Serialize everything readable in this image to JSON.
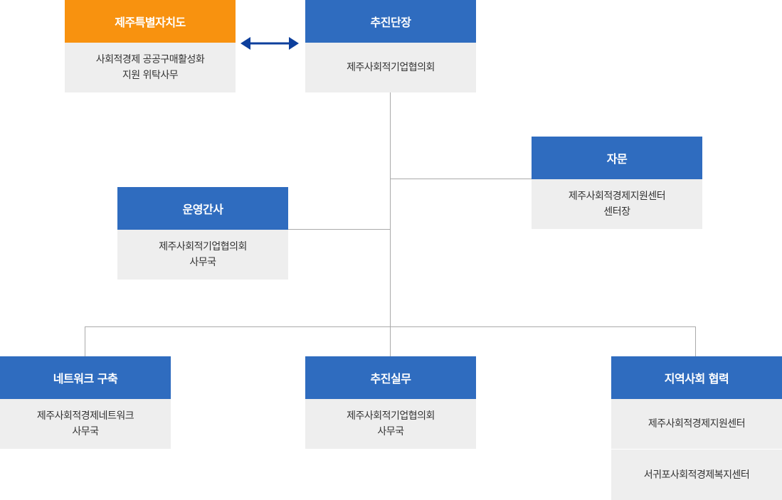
{
  "colors": {
    "blue": "#2f6cbf",
    "orange": "#f8920f",
    "gray": "#eeeeee",
    "line": "#aaaaaa"
  },
  "jeju": {
    "title": "제주특별자치도",
    "line1": "사회적경제 공공구매활성화",
    "line2": "지원 위탁사무"
  },
  "promo": {
    "title": "추진단장",
    "line1": "제주사회적기업협의회"
  },
  "advisory": {
    "title": "자문",
    "line1": "제주사회적경제지원센터",
    "line2": "센터장"
  },
  "secretary": {
    "title": "운영간사",
    "line1": "제주사회적기업협의회",
    "line2": "사무국"
  },
  "network": {
    "title": "네트워크 구축",
    "line1": "제주사회적경제네트워크",
    "line2": "사무국"
  },
  "practice": {
    "title": "추진실무",
    "line1": "제주사회적기업협의회",
    "line2": "사무국"
  },
  "regional": {
    "title": "지역사회 협력",
    "item1": "제주사회적경제지원센터",
    "item2": "서귀포사회적경제복지센터"
  }
}
